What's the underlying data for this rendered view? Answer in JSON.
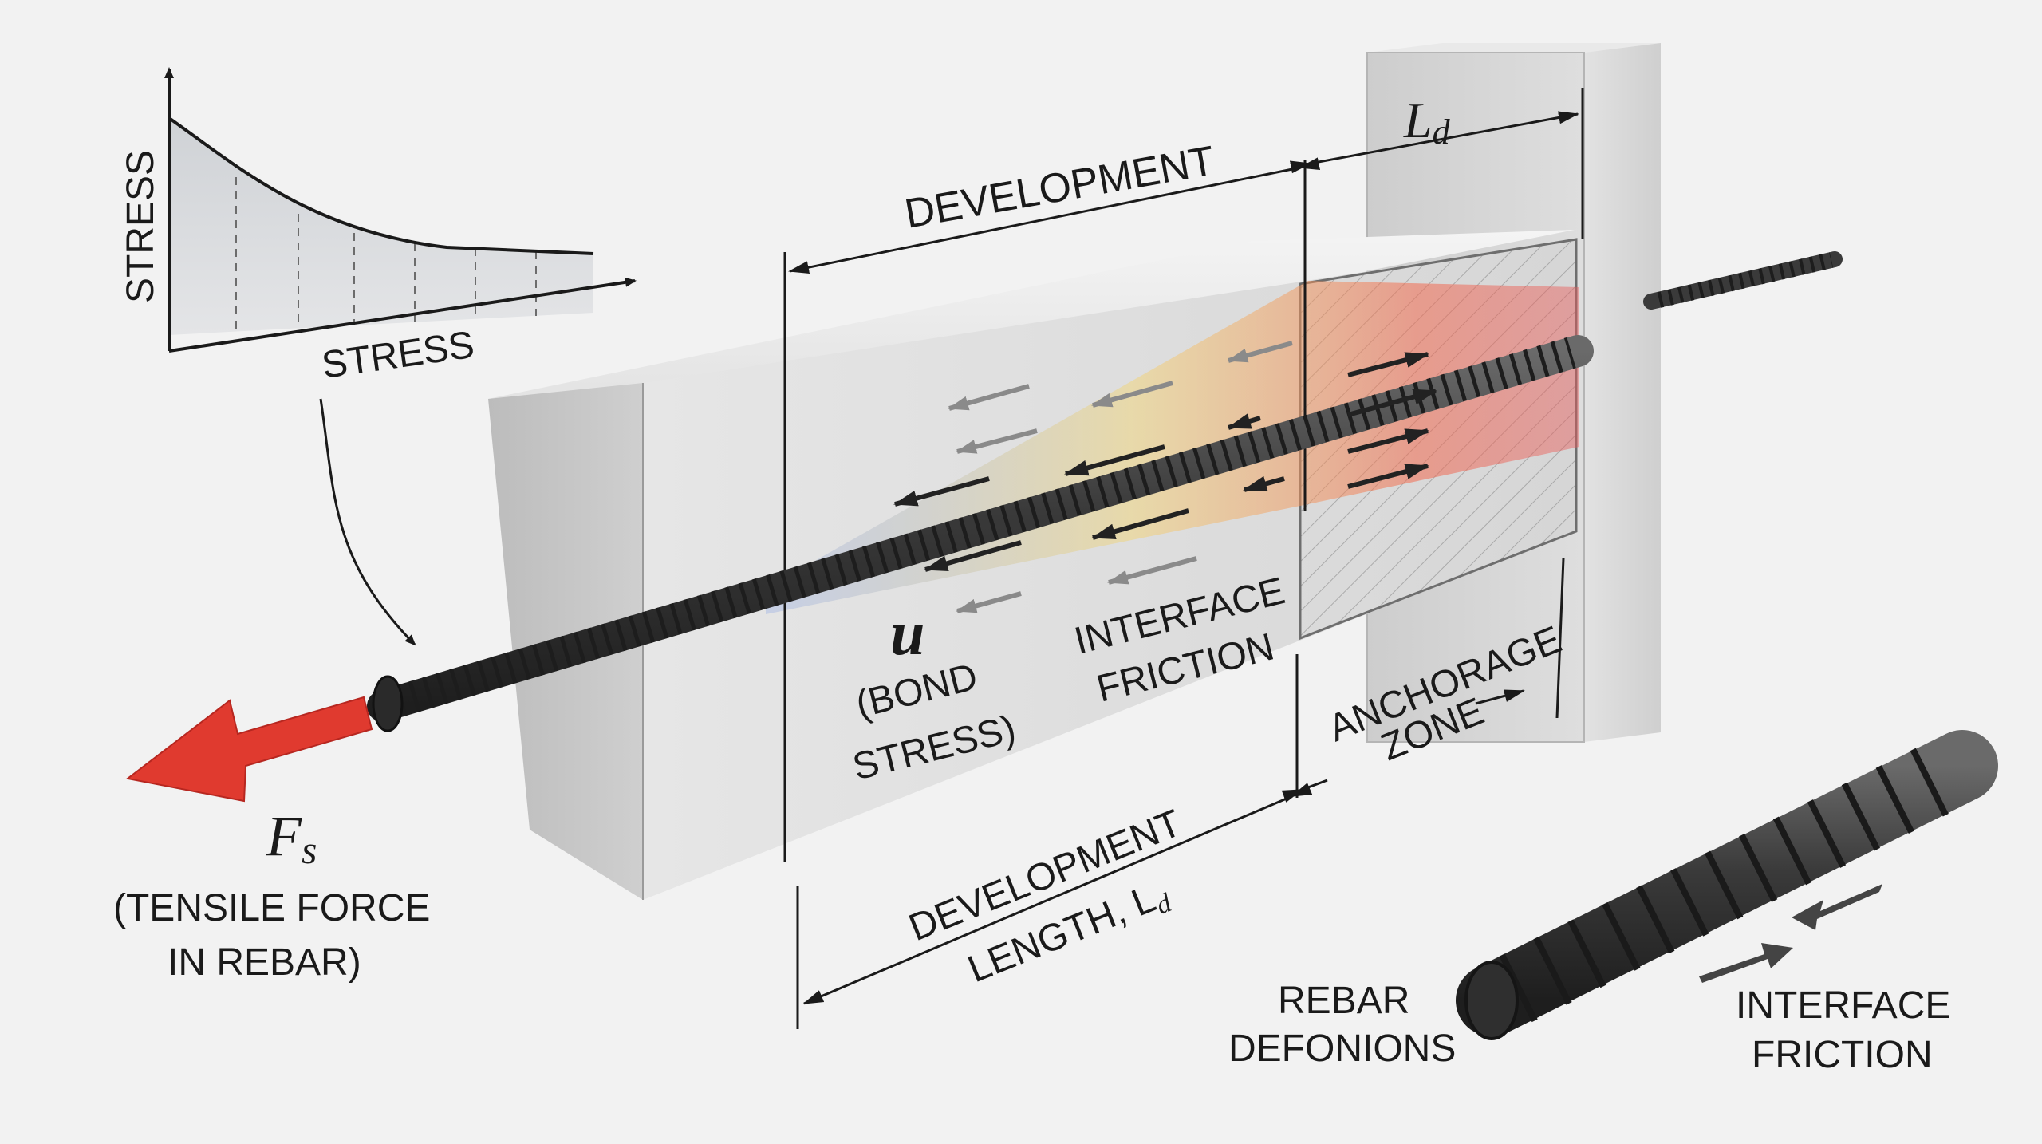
{
  "colors": {
    "background": "#f2f2f2",
    "concrete": "#d9d9d9",
    "rebar": "#3a3a3a",
    "tensile_arrow": "#e03a2f",
    "bond_glow": "#f26a4f"
  },
  "stress_plot": {
    "y_axis_label": "STRESS",
    "x_axis_label": "STRESS"
  },
  "labels": {
    "development_top": "DEVELOPMENT",
    "ld_top": "L",
    "ld_top_sub": "d",
    "bond_symbol": "u",
    "bond_line1": "(BOND",
    "bond_line2": "STRESS)",
    "interface_line1": "INTERFACE",
    "interface_line2": "FRICTION",
    "anchorage_line1": "ANCHORAGE",
    "anchorage_line2": "ZONE",
    "dev_length_line1": "DEVELOPMENT",
    "dev_length_line2": "LENGTH, L",
    "dev_length_sub": "d",
    "force_symbol": "F",
    "force_sub": "s",
    "force_line1": "(TENSILE FORCE",
    "force_line2": "IN REBAR)",
    "rebar_def_line1": "REBAR",
    "rebar_def_line2": "DEFONIONS",
    "detail_friction_line1": "INTERFACE",
    "detail_friction_line2": "FRICTION"
  }
}
